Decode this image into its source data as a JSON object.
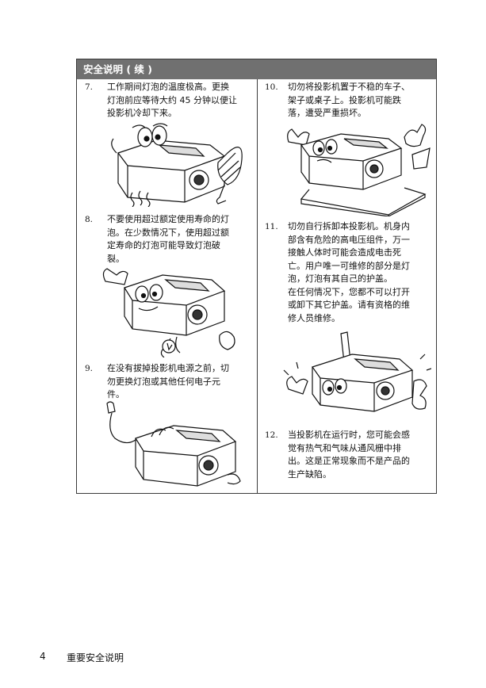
{
  "header": {
    "title": "安全说明 ( 续 )"
  },
  "items": [
    {
      "num": "7.",
      "lines": [
        "工作期间灯泡的温度极高。更换",
        "灯泡前应等待大约 45 分钟以便让",
        "投影机冷却下来。"
      ]
    },
    {
      "num": "8.",
      "lines": [
        "不要使用超过额定使用寿命的灯",
        "泡。在少数情况下，使用超过额",
        "定寿命的灯泡可能导致灯泡破",
        "裂。"
      ]
    },
    {
      "num": "9.",
      "lines": [
        "在没有拔掉投影机电源之前，切",
        "勿更换灯泡或其他任何电子元",
        "件。"
      ]
    },
    {
      "num": "10.",
      "lines": [
        "切勿将投影机置于不稳的车子、",
        "架子或桌子上。投影机可能跌",
        "落，遭受严重损坏。"
      ]
    },
    {
      "num": "11.",
      "lines": [
        "切勿自行拆卸本投影机。机身内",
        "部含有危险的高电压组件，万一",
        "接触人体时可能会造成电击死",
        "亡。用户唯一可维修的部分是灯",
        "泡，灯泡有其自己的护盖。",
        "在任何情况下，您都不可以打开",
        "或卸下其它护盖。请有资格的维",
        "修人员维修。"
      ]
    },
    {
      "num": "12.",
      "lines": [
        "当投影机在运行时，您可能会感",
        "觉有热气和气味从通风栅中排",
        "出。这是正常现象而不是产品的",
        "生产缺陷。"
      ]
    }
  ],
  "footer": {
    "page_number": "4",
    "section_title": "重要安全说明"
  }
}
